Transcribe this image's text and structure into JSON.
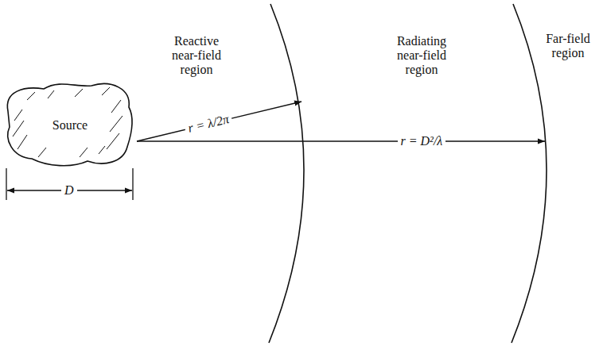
{
  "diagram": {
    "nodes": [
      {
        "text": [
          "Source"
        ]
      }
    ],
    "edges": [],
    "labels": [
      "Reactive near-field region",
      "Radiating near-field region",
      "Far-field region",
      "r = λ/2π",
      "r = D²/λ",
      "D"
    ]
  }
}
